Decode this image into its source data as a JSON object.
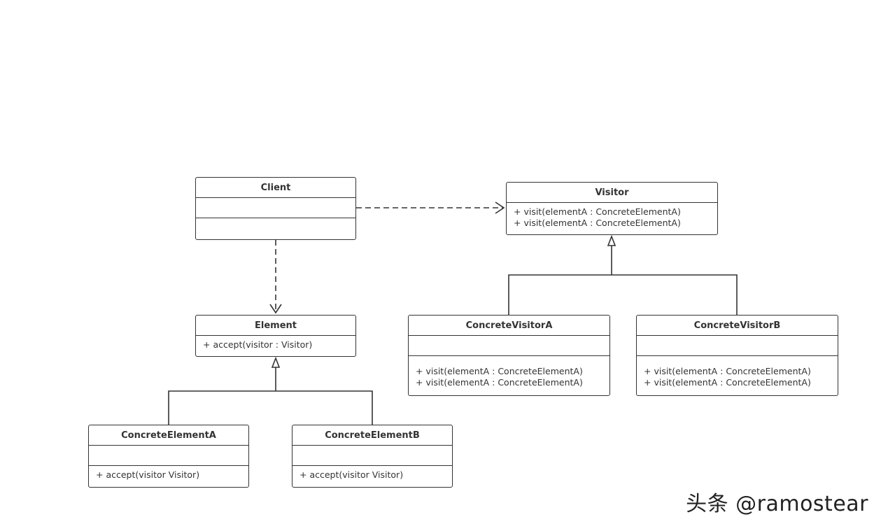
{
  "colors": {
    "stroke": "#333333",
    "background": "#ffffff",
    "text": "#333333"
  },
  "classes": {
    "client": {
      "name": "Client",
      "methods": []
    },
    "visitor": {
      "name": "Visitor",
      "methods": [
        "+ visit(elementA : ConcreteElementA)",
        "+ visit(elementA : ConcreteElementA)"
      ]
    },
    "element": {
      "name": "Element",
      "methods": [
        "+ accept(visitor : Visitor)"
      ]
    },
    "concrete_visitor_a": {
      "name": "ConcreteVisitorA",
      "methods": [
        "+ visit(elementA : ConcreteElementA)",
        "+ visit(elementA : ConcreteElementA)"
      ]
    },
    "concrete_visitor_b": {
      "name": "ConcreteVisitorB",
      "methods": [
        "+ visit(elementA : ConcreteElementA)",
        "+ visit(elementA : ConcreteElementA)"
      ]
    },
    "concrete_element_a": {
      "name": "ConcreteElementA",
      "methods": [
        "+ accept(visitor Visitor)"
      ]
    },
    "concrete_element_b": {
      "name": "ConcreteElementB",
      "methods": [
        "+ accept(visitor Visitor)"
      ]
    }
  },
  "relations": [
    {
      "type": "dependency",
      "from": "Client",
      "to": "Visitor"
    },
    {
      "type": "dependency",
      "from": "Client",
      "to": "Element"
    },
    {
      "type": "generalization",
      "from": "ConcreteVisitorA",
      "to": "Visitor"
    },
    {
      "type": "generalization",
      "from": "ConcreteVisitorB",
      "to": "Visitor"
    },
    {
      "type": "generalization",
      "from": "ConcreteElementA",
      "to": "Element"
    },
    {
      "type": "generalization",
      "from": "ConcreteElementB",
      "to": "Element"
    }
  ],
  "watermark": {
    "text": "头条 @ramostear"
  }
}
